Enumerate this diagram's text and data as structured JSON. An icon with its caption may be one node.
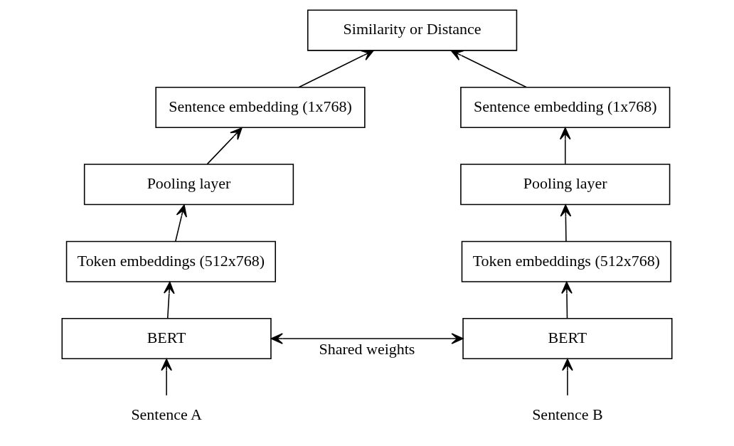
{
  "diagram": {
    "nodes": [
      {
        "text": [
          "Similarity or Distance"
        ]
      },
      {
        "text": [
          "Sentence embedding (1x768)"
        ]
      },
      {
        "text": [
          "Pooling layer"
        ]
      },
      {
        "text": [
          "Token embeddings (512x768)"
        ]
      },
      {
        "text": [
          "BERT"
        ]
      },
      {
        "text": [
          "Sentence A"
        ]
      },
      {
        "text": [
          "Sentence embedding (1x768)"
        ]
      },
      {
        "text": [
          "Pooling layer"
        ]
      },
      {
        "text": [
          "Token embeddings (512x768)"
        ]
      },
      {
        "text": [
          "BERT"
        ]
      },
      {
        "text": [
          "Sentence B"
        ]
      }
    ],
    "edges": [
      {
        "from": 5,
        "to": 4,
        "arrow": "to"
      },
      {
        "from": 4,
        "to": 3,
        "arrow": "to"
      },
      {
        "from": 3,
        "to": 2,
        "arrow": "to"
      },
      {
        "from": 2,
        "to": 1,
        "arrow": "to"
      },
      {
        "from": 1,
        "to": 0,
        "arrow": "to"
      },
      {
        "from": 10,
        "to": 9,
        "arrow": "to"
      },
      {
        "from": 9,
        "to": 8,
        "arrow": "to"
      },
      {
        "from": 8,
        "to": 7,
        "arrow": "to"
      },
      {
        "from": 7,
        "to": 6,
        "arrow": "to"
      },
      {
        "from": 6,
        "to": 0,
        "arrow": "to"
      },
      {
        "from": 4,
        "to": 9,
        "arrow": "both",
        "label": "Shared weights"
      }
    ]
  }
}
